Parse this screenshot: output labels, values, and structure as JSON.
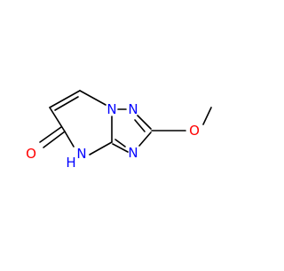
{
  "molecule": {
    "atoms": {
      "n1": "N",
      "n2": "N",
      "n3": "N",
      "nh": "N",
      "nh_h": "H",
      "o_methoxy": "O",
      "o_carbonyl": "O"
    },
    "colors": {
      "bond": "#000000",
      "nitrogen": "#0000ff",
      "oxygen": "#ff0000"
    }
  }
}
